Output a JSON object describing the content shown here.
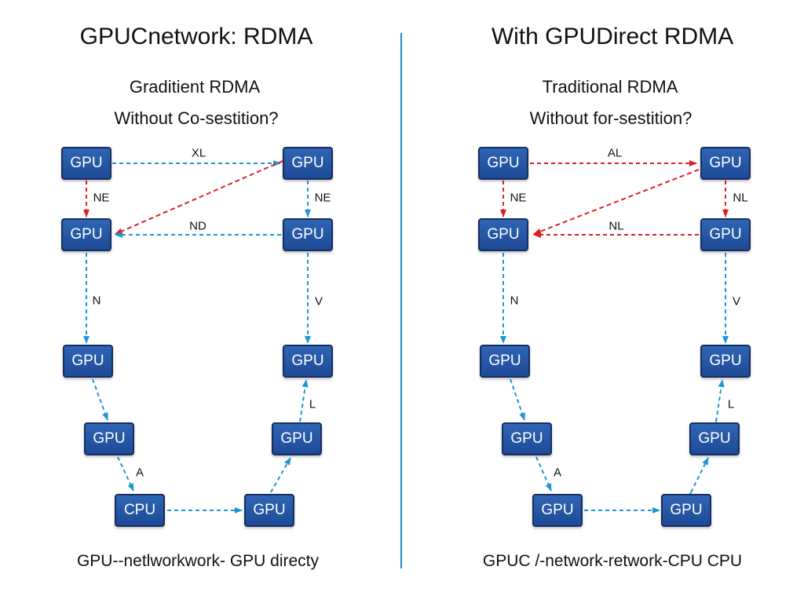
{
  "left_panel": {
    "title": "GPUCnetwork: RDMA",
    "subtitle_1": "Graditient RDMA",
    "subtitle_2": "Without Co-sestition?",
    "footer": "GPU--netlworkwork- GPU directy",
    "nodes": {
      "n1": "GPU",
      "n2": "GPU",
      "n3": "GPU",
      "n4": "GPU",
      "n5": "GPU",
      "n6": "GPU",
      "n7": "GPU",
      "n8": "GPU",
      "n9": "CPU",
      "n10": "GPU"
    },
    "edge_labels": {
      "e_top": "XL",
      "e_left_down": "NE",
      "e_right_down": "NE",
      "e_mid": "ND",
      "e_left_long": "N",
      "e_right_long": "V",
      "e_right_up": "L",
      "e_bottom_left": "A"
    }
  },
  "right_panel": {
    "title": "With GPUDirect RDMA",
    "subtitle_1": "Traditional RDMA",
    "subtitle_2": "Without for-sestition?",
    "footer": "GPUC /-network-retwork-CPU CPU",
    "nodes": {
      "n1": "GPU",
      "n2": "GPU",
      "n3": "GPU",
      "n4": "GPU",
      "n5": "GPU",
      "n6": "GPU",
      "n7": "GPU",
      "n8": "GPU",
      "n9": "GPU",
      "n10": "GPU"
    },
    "edge_labels": {
      "e_top": "AL",
      "e_left_down": "NE",
      "e_right_down": "NL",
      "e_mid": "NL",
      "e_left_long": "N",
      "e_right_long": "V",
      "e_right_up": "L",
      "e_bottom_left": "A"
    }
  },
  "colors": {
    "blue_edge": "#1e96d6",
    "red_edge": "#e02020",
    "divider": "#1e88c7",
    "node_fill": "#2458a8"
  }
}
